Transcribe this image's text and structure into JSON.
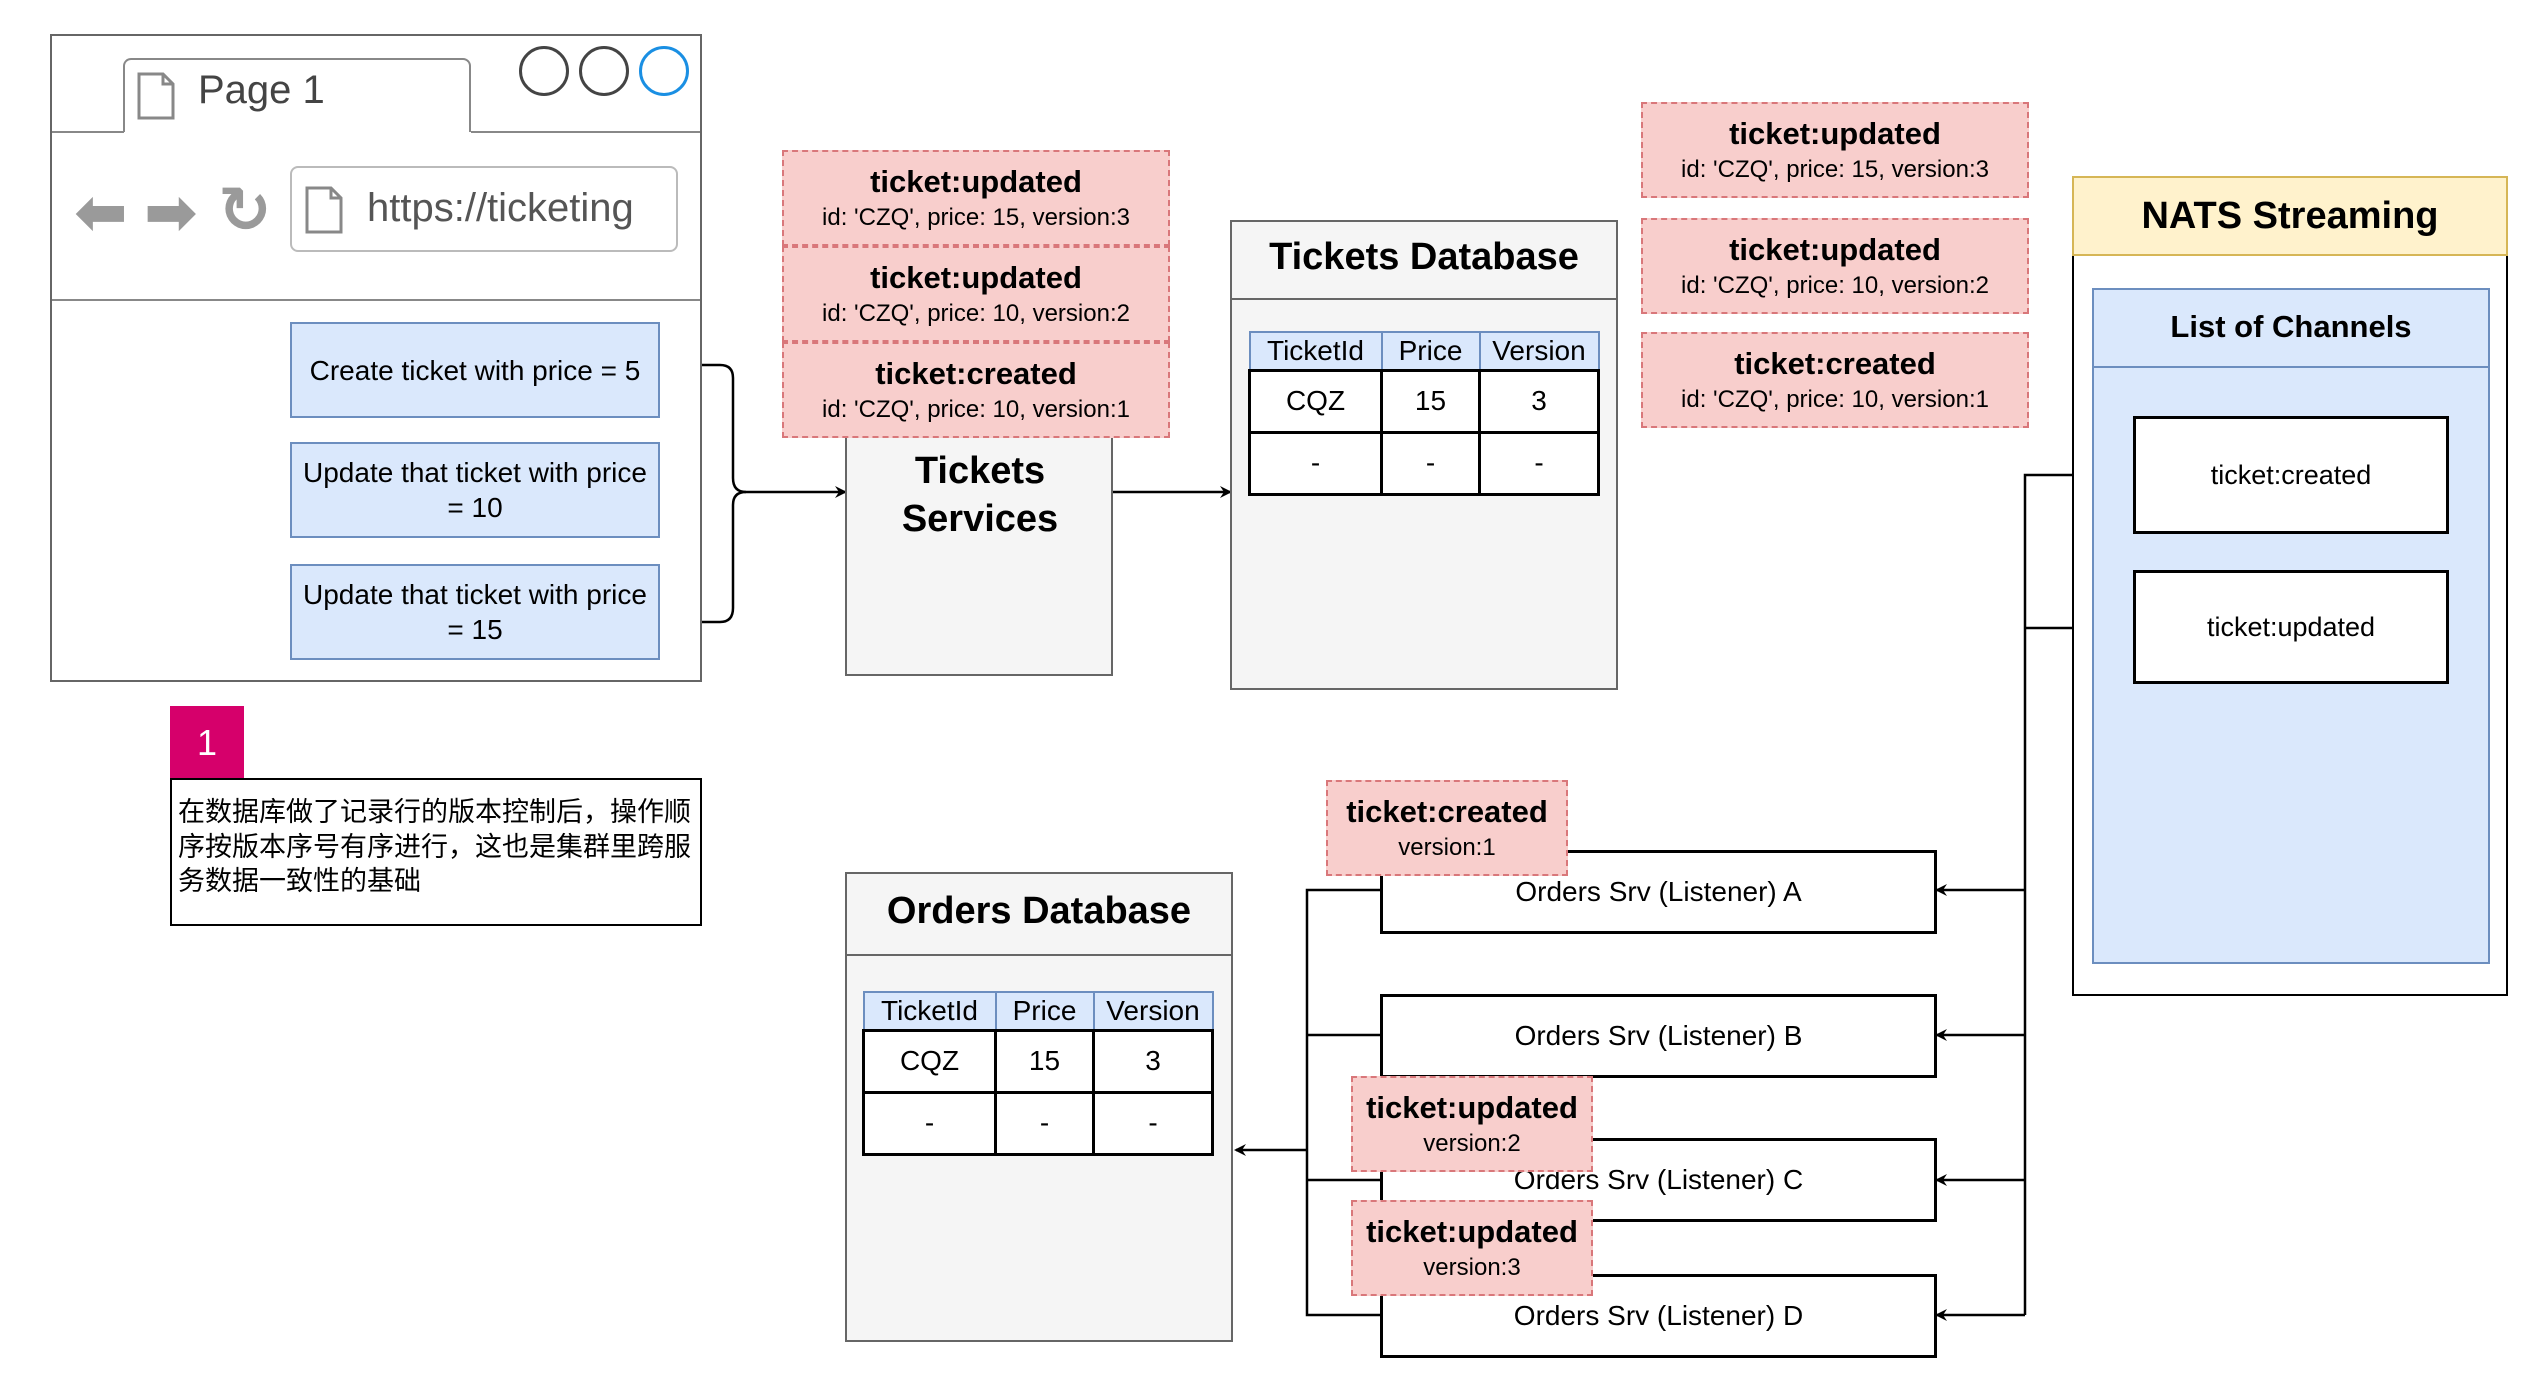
{
  "browser": {
    "tab_label": "Page 1",
    "url": "https://ticketing",
    "buttons": [
      "Create ticket with price = 5",
      "Update that ticket with price = 10",
      "Update that ticket with price = 15"
    ]
  },
  "tickets_service": {
    "title": "Tickets Services"
  },
  "tickets_events": [
    {
      "title": "ticket:updated",
      "detail": "id: 'CZQ', price: 15, version:3"
    },
    {
      "title": "ticket:updated",
      "detail": "id: 'CZQ', price: 10, version:2"
    },
    {
      "title": "ticket:created",
      "detail": "id: 'CZQ', price: 10, version:1"
    }
  ],
  "tickets_db": {
    "title": "Tickets Database",
    "headers": [
      "TicketId",
      "Price",
      "Version"
    ],
    "rows": [
      [
        "CQZ",
        "15",
        "3"
      ],
      [
        "-",
        "-",
        "-"
      ]
    ]
  },
  "nats_events": [
    {
      "title": "ticket:updated",
      "detail": "id: 'CZQ', price: 15, version:3"
    },
    {
      "title": "ticket:updated",
      "detail": "id: 'CZQ', price: 10, version:2"
    },
    {
      "title": "ticket:created",
      "detail": "id: 'CZQ', price: 10, version:1"
    }
  ],
  "nats": {
    "title": "NATS Streaming",
    "channels_title": "List of Channels",
    "channels": [
      "ticket:created",
      "ticket:updated"
    ]
  },
  "orders_db": {
    "title": "Orders Database",
    "headers": [
      "TicketId",
      "Price",
      "Version"
    ],
    "rows": [
      [
        "CQZ",
        "15",
        "3"
      ],
      [
        "-",
        "-",
        "-"
      ]
    ]
  },
  "listeners": [
    "Orders Srv (Listener) A",
    "Orders Srv (Listener) B",
    "Orders Srv (Listener) C",
    "Orders Srv (Listener) D"
  ],
  "listener_events": [
    {
      "title": "ticket:created",
      "detail": "version:1"
    },
    {
      "title": "ticket:updated",
      "detail": "version:2"
    },
    {
      "title": "ticket:updated",
      "detail": "version:3"
    }
  ],
  "note": {
    "badge": "1",
    "text": "在数据库做了记录行的版本控制后，操作顺序按版本序号有序进行，这也是集群里跨服务数据一致性的基础"
  },
  "colors": {
    "event_fill": "#f8cecc",
    "event_border": "#d9777a",
    "blue_fill": "#dae8fc",
    "blue_border": "#6c8ebf",
    "nats_header": "#fff2cc",
    "badge": "#d6006b"
  }
}
